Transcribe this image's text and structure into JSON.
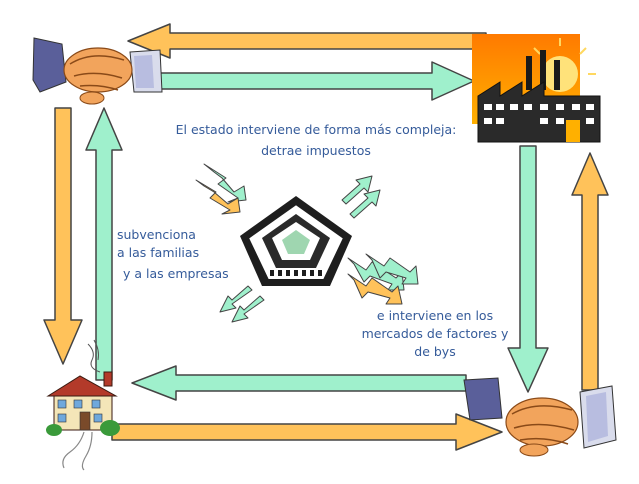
{
  "labels": {
    "title_line1": "El estado interviene de forma más compleja:",
    "title_line2": "detrae impuestos",
    "left_line1": "subvenciona",
    "left_line2": "a las familias",
    "left_line3": "y a las empresas",
    "right_line1": "e interviene en los",
    "right_line2": "mercados de factores y",
    "right_line3": "de bys"
  },
  "colors": {
    "orange_arrow": "#ffc25a",
    "green_arrow": "#9ff0cc",
    "text": "#355b9a",
    "arrow_outline": "#444444"
  },
  "icons": [
    "handshake-icon",
    "factory-icon",
    "house-icon",
    "government-building-icon"
  ]
}
